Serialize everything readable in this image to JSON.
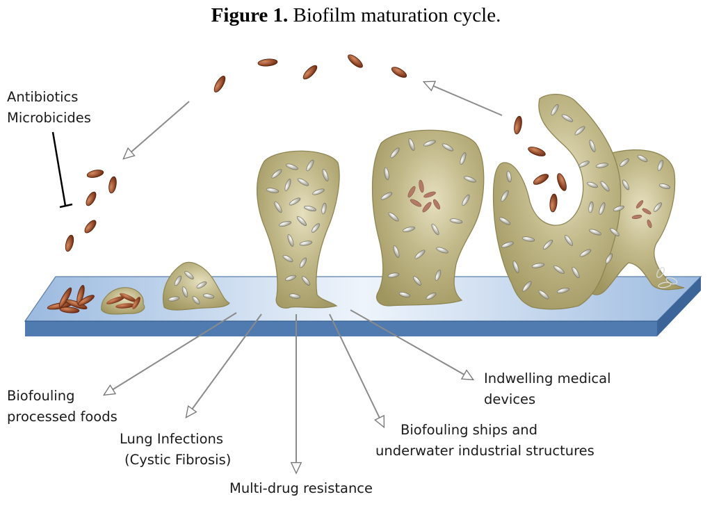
{
  "title": {
    "figure_label": "Figure 1.",
    "caption": "Biofilm maturation cycle."
  },
  "antibiotics": {
    "line1": "Antibiotics",
    "line2": "Microbicides"
  },
  "outcomes": {
    "processed_foods": {
      "line1": "Biofouling",
      "line2": "processed foods"
    },
    "lung": {
      "line1": "Lung Infections",
      "line2": "(Cystic Fibrosis)"
    },
    "multidrug": {
      "line1": "Multi-drug resistance"
    },
    "ships": {
      "line1": "Biofouling  ships and",
      "line2": "underwater industrial structures"
    },
    "medical": {
      "line1": "Indwelling medical",
      "line2": "devices"
    }
  },
  "colors": {
    "biofilm": "#b3aa76",
    "biofilm_edge": "#8e8553",
    "bacteria_free": "#8a3d1f",
    "bacteria_embedded": "#b8b6a6",
    "substrate": "#a9c4e4",
    "substrate_edge": "#4d6f96"
  }
}
